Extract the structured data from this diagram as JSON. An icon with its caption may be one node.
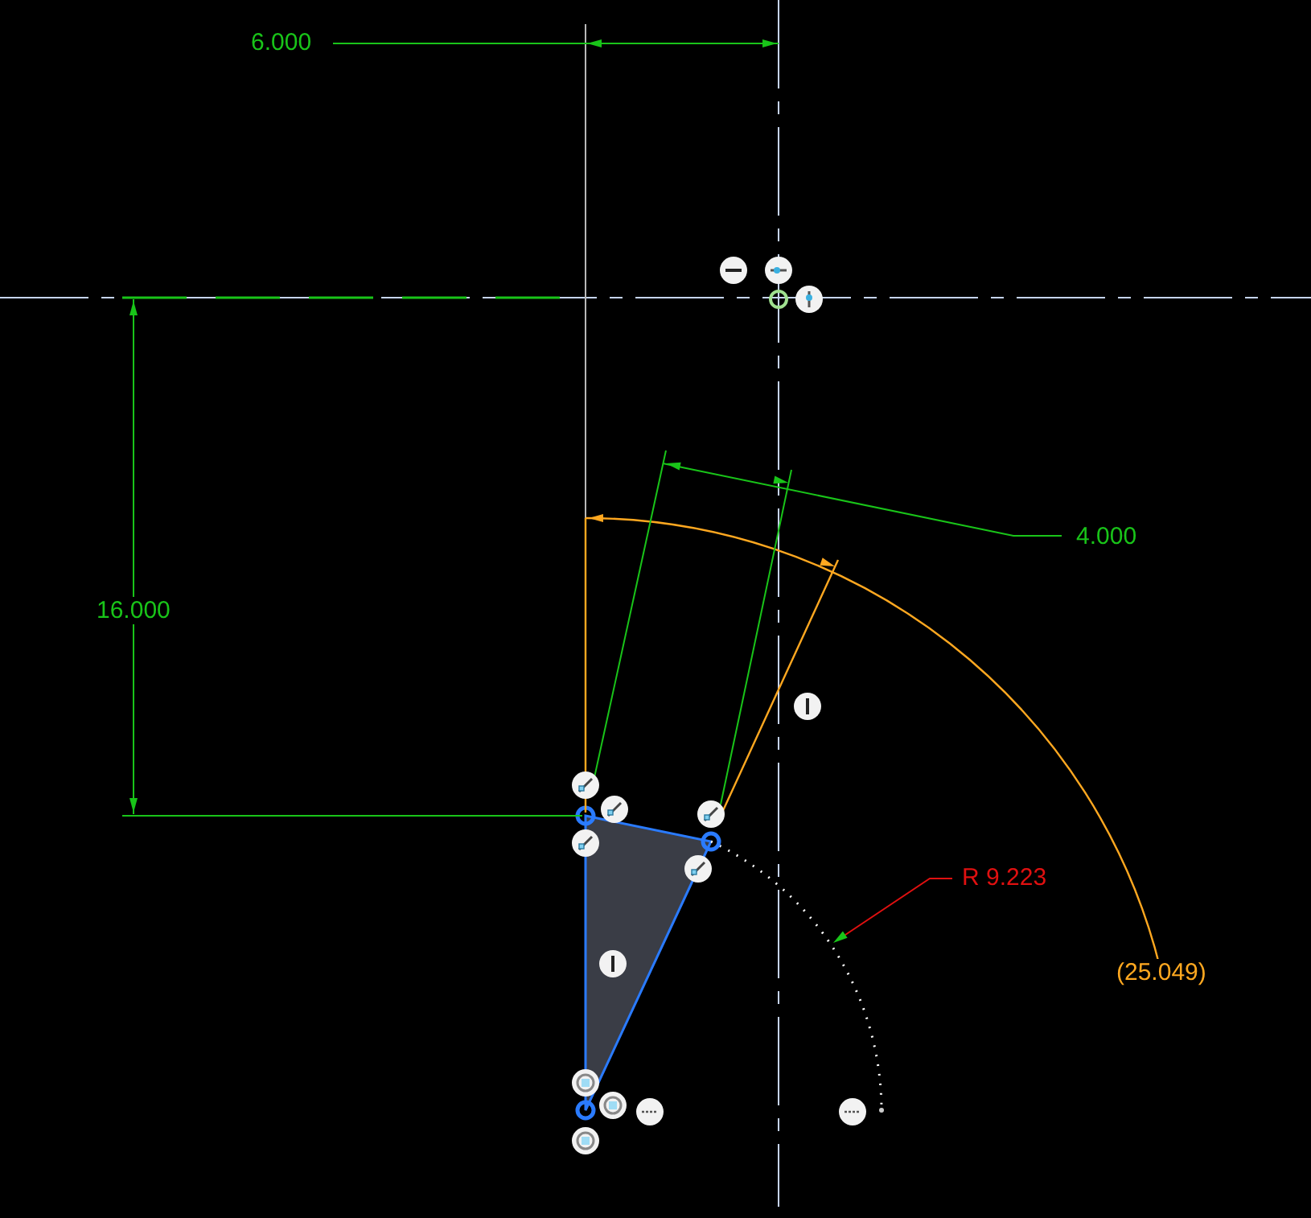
{
  "diagram": {
    "labels": [
      "6.000",
      "16.000",
      "4.000",
      "R 9.223",
      "(25.049)"
    ]
  }
}
